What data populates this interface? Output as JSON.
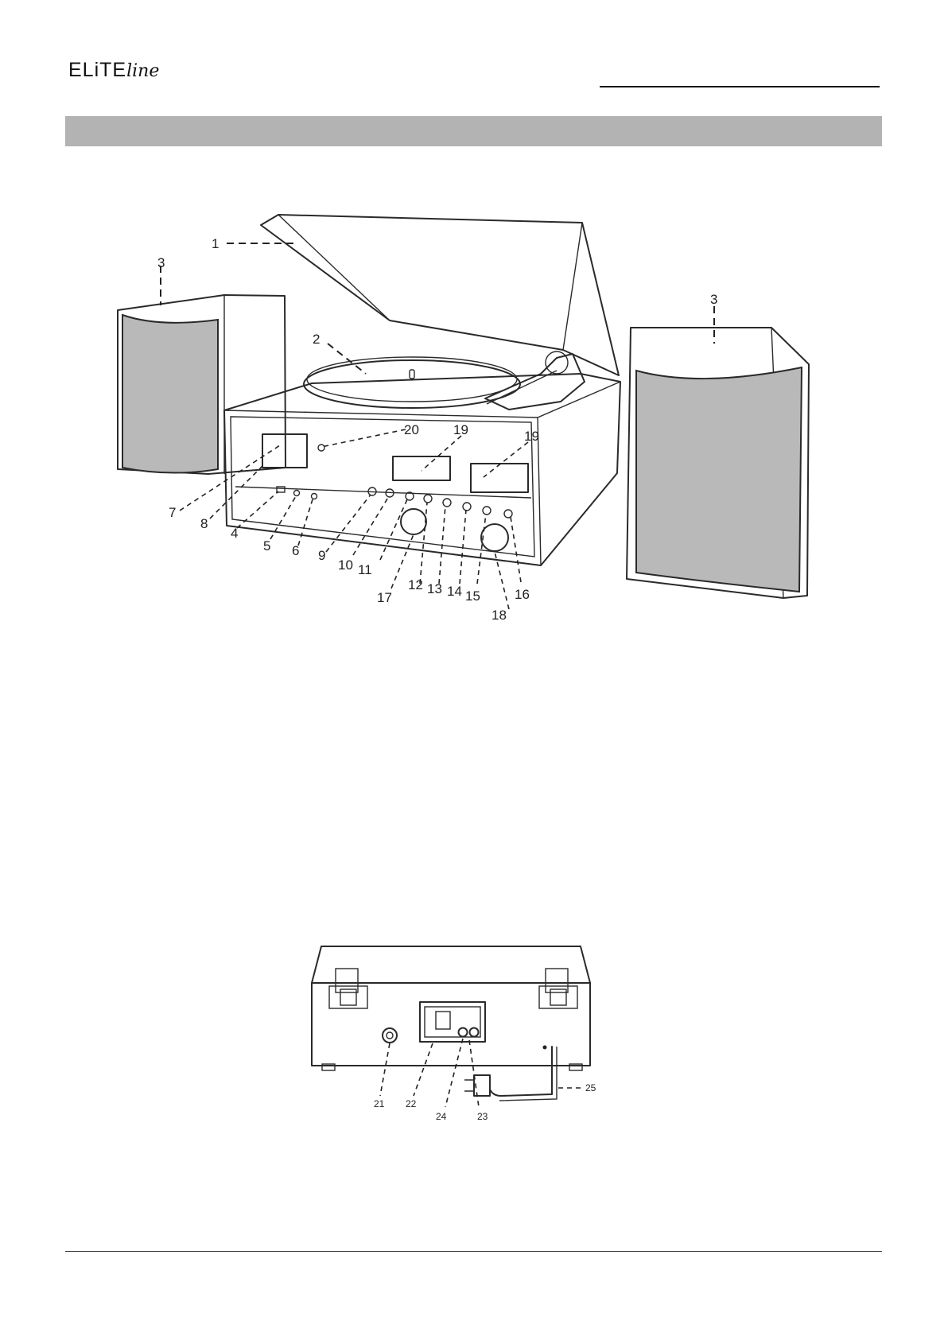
{
  "header": {
    "brand_main": "ELiTE",
    "brand_script": "line"
  },
  "front_view": {
    "callouts": [
      "1",
      "2",
      "3",
      "3",
      "4",
      "5",
      "6",
      "7",
      "8",
      "9",
      "10",
      "11",
      "12",
      "13",
      "14",
      "15",
      "16",
      "17",
      "18",
      "19",
      "19",
      "20"
    ]
  },
  "rear_view": {
    "callouts": [
      "21",
      "22",
      "23",
      "24",
      "25"
    ]
  }
}
